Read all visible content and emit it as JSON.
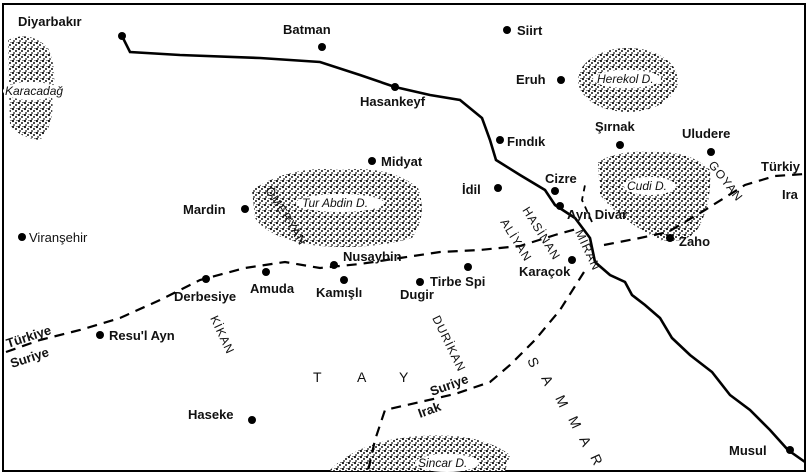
{
  "cities": {
    "diyarbakir": "Diyarbakır",
    "batman": "Batman",
    "siirt": "Siirt",
    "hasankeyf": "Hasankeyf",
    "eruh": "Eruh",
    "findik": "Fındık",
    "sirnak": "Şırnak",
    "uludere": "Uludere",
    "midyat": "Midyat",
    "cizre": "Cizre",
    "idil": "İdil",
    "mardin": "Mardin",
    "ayn_divar": "Ayn Divar",
    "zaho": "Zaho",
    "viransehir": "Viranşehir",
    "nusaybin": "Nusaybin",
    "derbesiye": "Derbesiye",
    "amuda": "Amuda",
    "kamisli": "Kamışlı",
    "dugir": "Dugir",
    "tirbe_spi": "Tirbe Spi",
    "karacok": "Karaçok",
    "resul_ayn": "Resu'l Ayn",
    "haseke": "Haseke",
    "musul": "Musul"
  },
  "mountains": {
    "karacadag": "Karacadağ",
    "herekol": "Herekol D.",
    "cudi": "Cudi D.",
    "tur_abdin": "Tur Abdin D.",
    "sincar": "Sincar D."
  },
  "tribes": {
    "omeryan": "ÖMERYAN",
    "hasinan": "HASİNAN",
    "aliyan": "ALİYAN",
    "miran": "MİRAN",
    "goyan": "GOYAN",
    "kikan": "KİKAN",
    "durikan": "DURİKAN",
    "tay": [
      "T",
      "A",
      "Y"
    ],
    "sammar": [
      "S",
      "A",
      "M",
      "M",
      "A",
      "R"
    ]
  },
  "countries": {
    "turkiye_west": "Türkiye",
    "suriye_west": "Suriye",
    "turkiye_east": "Türkiy",
    "irak_east": "Ira",
    "suriye_south": "Suriye",
    "irak_south": "Irak"
  }
}
